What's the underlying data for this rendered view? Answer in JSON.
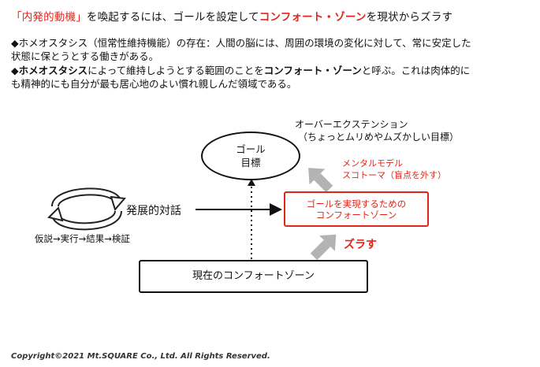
{
  "title": {
    "part1": "「内発的動機」",
    "part2": "を喚起するには、ゴールを設定して",
    "part3": "コンフォート・ゾーン",
    "part4": "を現状からズラす"
  },
  "paragraph1": {
    "line1": "◆ホメオスタシス（恒常性維持機能）の存在：人間の脳には、周囲の環境の変化に対して、常に安定した",
    "line2": "状態に保とうとする働きがある。"
  },
  "paragraph2": {
    "part1": "◆ホメオスタシス",
    "part2": "によって維持しようとする範囲のことを",
    "part3": "コンフォート・ゾーン",
    "part4": "と呼ぶ。これは肉体的に",
    "line2": "も精神的にも自分が最も居心地のよい慣れ親しんだ領域である。"
  },
  "diagram": {
    "overextension_line1": "オーバーエクステンション",
    "overextension_line2": "（ちょっとムリめやムズかしい目標）",
    "goal_line1": "ゴール",
    "goal_line2": "目標",
    "mental_model_line1": "メンタルモデル",
    "mental_model_line2": "スコトーマ（盲点を外す）",
    "dialogue_label": "発展的対話",
    "cycle_label": "仮説→実行→結果→検証",
    "comfort_goal_line1": "ゴールを実現するための",
    "comfort_goal_line2": "コンフォートゾーン",
    "shift_label": "ズラす",
    "current_comfort": "現在のコンフォートゾーン"
  },
  "footer": "Copyright©2021 Mt.SQUARE  Co., Ltd. All Rights Reserved.",
  "colors": {
    "accent_red": "#e0251b",
    "arrow_gray": "#b3b3b3"
  }
}
